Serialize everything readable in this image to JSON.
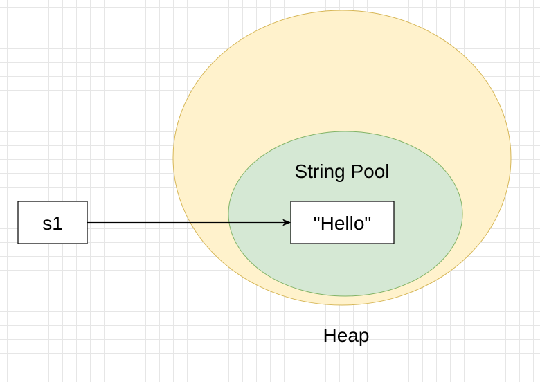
{
  "heap": {
    "label": "Heap",
    "fill": "#fff2cc",
    "stroke": "#d6b656"
  },
  "string_pool": {
    "label": "String Pool",
    "fill": "#d5e8d4",
    "stroke": "#82b366"
  },
  "variable": {
    "label": "s1"
  },
  "literal": {
    "label": "\"Hello\""
  },
  "edges": [
    {
      "from": "s1",
      "to": "\"Hello\""
    }
  ]
}
